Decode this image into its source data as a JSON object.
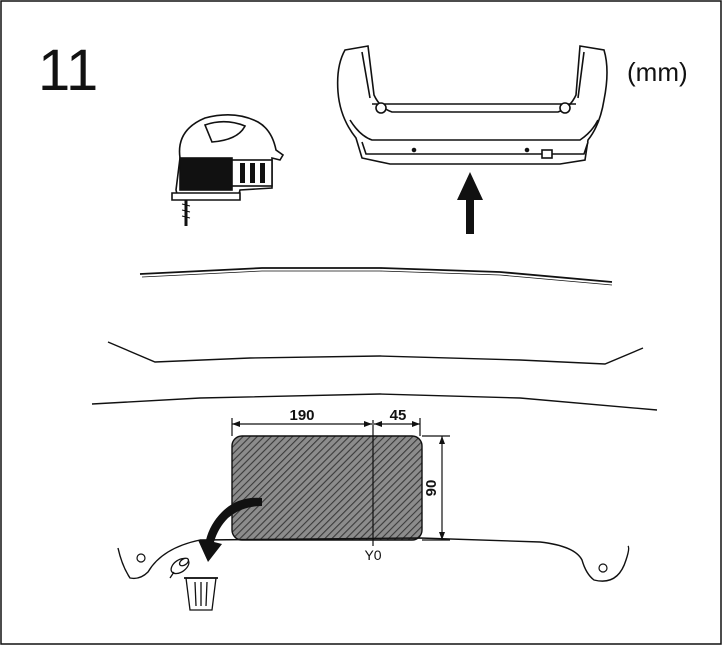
{
  "step": {
    "number": "11"
  },
  "unit_label": "(mm)",
  "dimensions": {
    "width_left": "190",
    "width_right": "45",
    "height": "90",
    "reference_line": "Y0"
  },
  "icons": {
    "tool": "jigsaw-icon",
    "direction": "up-arrow-icon",
    "discard": "trash-bin-icon",
    "removed_part": "plug-cap-icon"
  },
  "colors": {
    "stroke": "#111111",
    "hatch": "#444444",
    "background": "#ffffff"
  }
}
